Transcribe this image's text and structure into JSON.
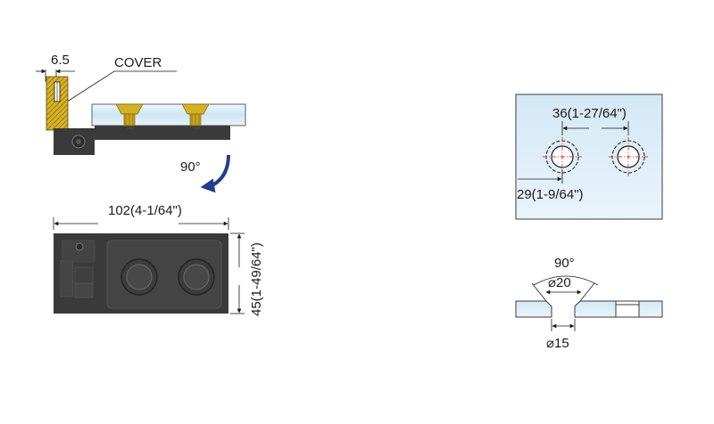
{
  "side_view": {
    "dim_thickness": "6.5",
    "cover_label": "COVER"
  },
  "rotation": {
    "label": "90°"
  },
  "top_view": {
    "dim_length": "102(4-1/64\")",
    "dim_height": "45(1-49/64\")"
  },
  "glass_plate": {
    "dim_hole_spacing": "36(1-27/64\")",
    "dim_edge_offset": "29(1-9/64\")"
  },
  "countersink": {
    "angle_label": "90°",
    "top_diameter": "⌀20",
    "bottom_diameter": "⌀15"
  },
  "colors": {
    "hardware": "#3a3a3a",
    "glass": "#d9ecf7",
    "brass": "#d4b21f",
    "arrow": "#1f3f8f",
    "guide": "#e23b2e"
  }
}
